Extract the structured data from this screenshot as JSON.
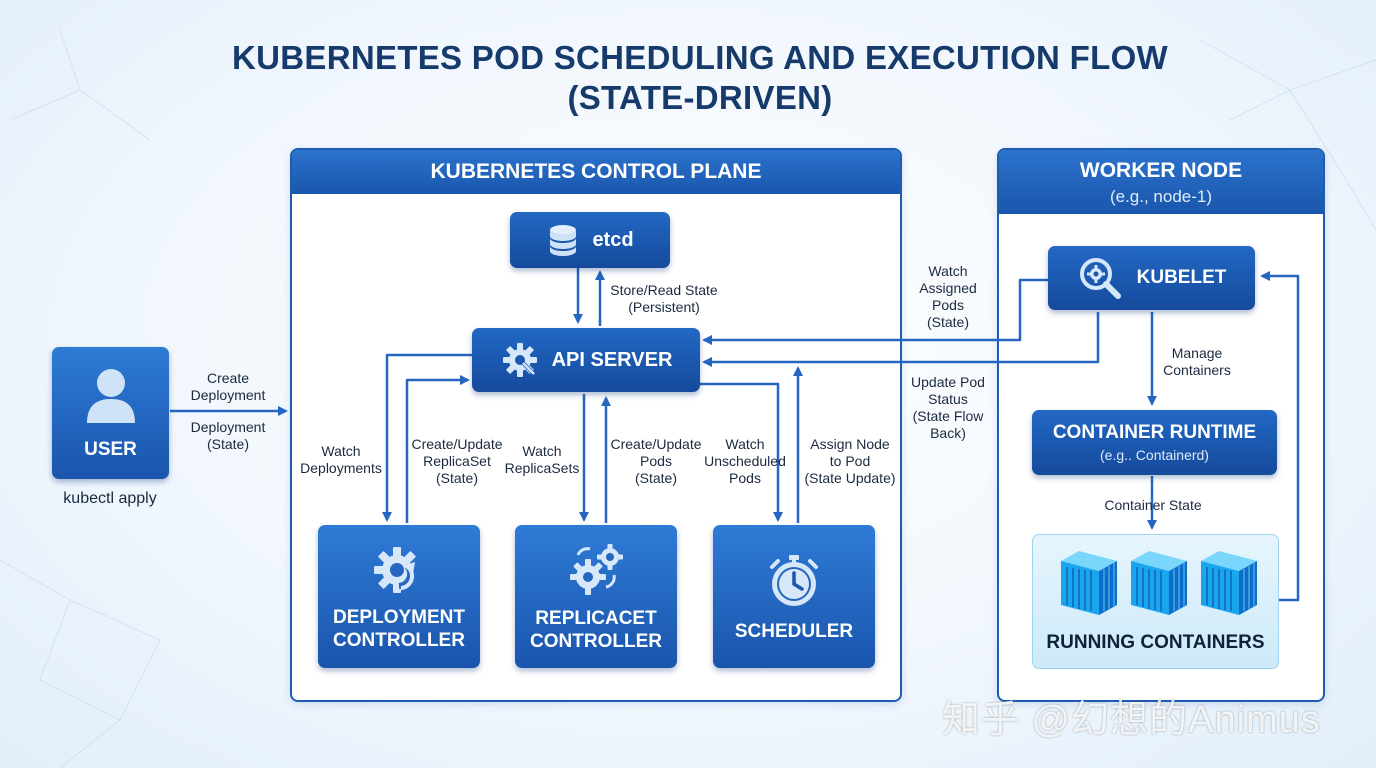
{
  "title": {
    "line1": "KUBERNETES POD SCHEDULING AND EXECUTION FLOW",
    "line2": "(STATE-DRIVEN)"
  },
  "user": {
    "label": "USER",
    "caption": "kubectl apply",
    "icon": "user-icon"
  },
  "control_plane": {
    "title": "KUBERNETES CONTROL PLANE",
    "etcd": {
      "label": "etcd",
      "icon": "database-icon"
    },
    "api_server": {
      "label": "API SERVER",
      "icon": "gear-wrench-icon"
    },
    "deployment_controller": {
      "line1": "DEPLOYMENT",
      "line2": "CONTROLLER",
      "icon": "gear-refresh-icon"
    },
    "replicaset_controller": {
      "line1": "REPLICACET",
      "line2": "CONTROLLER",
      "icon": "gears-icon"
    },
    "scheduler": {
      "label": "SCHEDULER",
      "icon": "stopwatch-icon"
    }
  },
  "worker_node": {
    "title": "WORKER NODE",
    "subtitle": "(e.g., node-1)",
    "kubelet": {
      "label": "KUBELET",
      "icon": "magnifier-gear-icon"
    },
    "container_runtime": {
      "label": "CONTAINER RUNTIME",
      "sub": "(e.g.. Containerd)"
    },
    "running_containers": {
      "label": "RUNNING CONTAINERS",
      "icon": "container-cube-icon"
    }
  },
  "edge_labels": {
    "create_deployment": "Create\nDeployment",
    "deployment_state": "Deployment\n(State)",
    "store_read_state": "Store/Read State\n(Persistent)",
    "watch_deployments": "Watch\nDeployments",
    "create_update_replicaset": "Create/Update\nReplicaSet\n(State)",
    "watch_replicasets": "Watch\nReplicaSets",
    "create_update_pods": "Create/Update\nPods\n(State)",
    "watch_unscheduled_pods": "Watch\nUnscheduled\nPods",
    "assign_node": "Assign Node\nto Pod\n(State Update)",
    "watch_assigned_pods": "Watch\nAssigned\nPods\n(State)",
    "update_pod_status": "Update Pod\nStatus\n(State Flow\nBack)",
    "manage_containers": "Manage\nContainers",
    "container_state": "Container State"
  },
  "watermark": "知乎 @幻想的Animus",
  "colors": {
    "primary": "#1e5cb3",
    "block_top": "#2e7bd6",
    "block_bottom": "#1a55ad",
    "title": "#163a6b",
    "arrow": "#2466c0"
  }
}
